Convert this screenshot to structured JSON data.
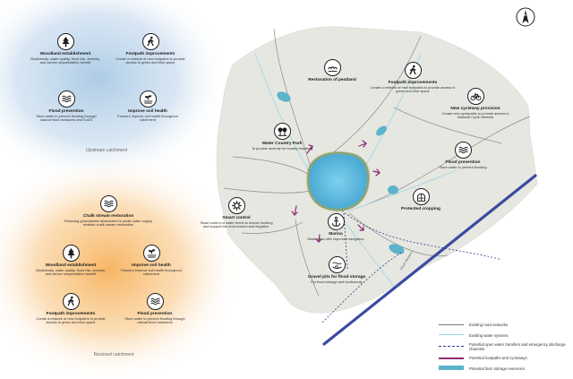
{
  "north_label": "N",
  "zones": {
    "upstream": "Upstream catchment",
    "restored": "Restored catchment"
  },
  "features": {
    "up_woodland": {
      "icon": "tree-icon",
      "title": "Woodland establishment",
      "desc": "Biodiversity, water quality, flood risk, amenity, and carbon sequestration benefit"
    },
    "up_footpath": {
      "icon": "hiker-icon",
      "title": "Footpath improvements",
      "desc": "Create a network of new footpaths to provide access to green and blue space"
    },
    "up_flood": {
      "icon": "waves-icon",
      "title": "Flood prevention",
      "desc": "Store water to prevent flooding through natural flood measures and SuDS"
    },
    "up_soil": {
      "icon": "soil-icon",
      "title": "Improve soil health",
      "desc": "Farmers improve soil health throughout catchment"
    },
    "peatland": {
      "icon": "peat-icon",
      "title": "Restoration of peatland",
      "desc": ""
    },
    "map_footpath": {
      "icon": "hiker-icon",
      "title": "Footpath improvements",
      "desc": "Create a network of new footpaths to provide access to green and blue space"
    },
    "cycleway": {
      "icon": "bicycle-icon",
      "title": "New cycleway provision",
      "desc": "Create new cyclepaths to provide access to National Cycle Network"
    },
    "park": {
      "icon": "park-icon",
      "title": "Water Country Park",
      "desc": "To provide amenity for nearby residents"
    },
    "map_flood": {
      "icon": "waves-icon",
      "title": "Flood prevention",
      "desc": "Store water to prevent flooding"
    },
    "cropping": {
      "icon": "greenhouse-icon",
      "title": "Protected cropping",
      "desc": ""
    },
    "smart": {
      "icon": "gear-icon",
      "title": "Smart control",
      "desc": "Smart control of water levels to reduce flooding and support the environment and irrigation."
    },
    "marina": {
      "icon": "anchor-icon",
      "title": "Marina",
      "desc": "Destination with improved navigation"
    },
    "gravel": {
      "icon": "gravel-icon",
      "title": "Gravel pits for flood storage",
      "desc": "For flood storage and biodiversity"
    },
    "chalk": {
      "icon": "waves-icon",
      "title": "Chalk stream restoration",
      "desc": "Reducing groundwater abstracted for public water supply enables chalk stream restoration"
    },
    "re_woodland": {
      "icon": "tree-icon",
      "title": "Woodland establishment",
      "desc": "Biodiversity, water quality, flood risk, amenity, and carbon sequestration benefit"
    },
    "re_soil": {
      "icon": "soil-icon",
      "title": "Improve soil health",
      "desc": "Farmers improve soil health throughout catchment"
    },
    "re_footpath": {
      "icon": "hiker-icon",
      "title": "Footpath improvements",
      "desc": "Create a network of new footpaths to provide access to green and blue space"
    },
    "re_flood": {
      "icon": "waves-icon",
      "title": "Flood prevention",
      "desc": "Store water to prevent flooding through natural flood measures"
    }
  },
  "road_label": "Great Western",
  "legend": [
    {
      "type": "line",
      "color": "#7a7a7a",
      "label": "Existing road networks"
    },
    {
      "type": "line",
      "color": "#9fd0e6",
      "label": "Existing water systems"
    },
    {
      "type": "dashed",
      "color": "#2a3d8f",
      "label": "Potential open water transfers and emergency discharge channels"
    },
    {
      "type": "thick",
      "color": "#8a2a6e",
      "label": "Potential footpaths and cycleways"
    },
    {
      "type": "rect",
      "color": "#5cb3cc",
      "label": "Potential farm storage reservoirs"
    }
  ],
  "colors": {
    "land": "#ebece6",
    "upstream_glow": "#bcd6ea",
    "restored_glow": "#f9c98a",
    "lake": "#67bfe0",
    "main_road": "#3b4aa0",
    "path": "#8a2a6e"
  }
}
